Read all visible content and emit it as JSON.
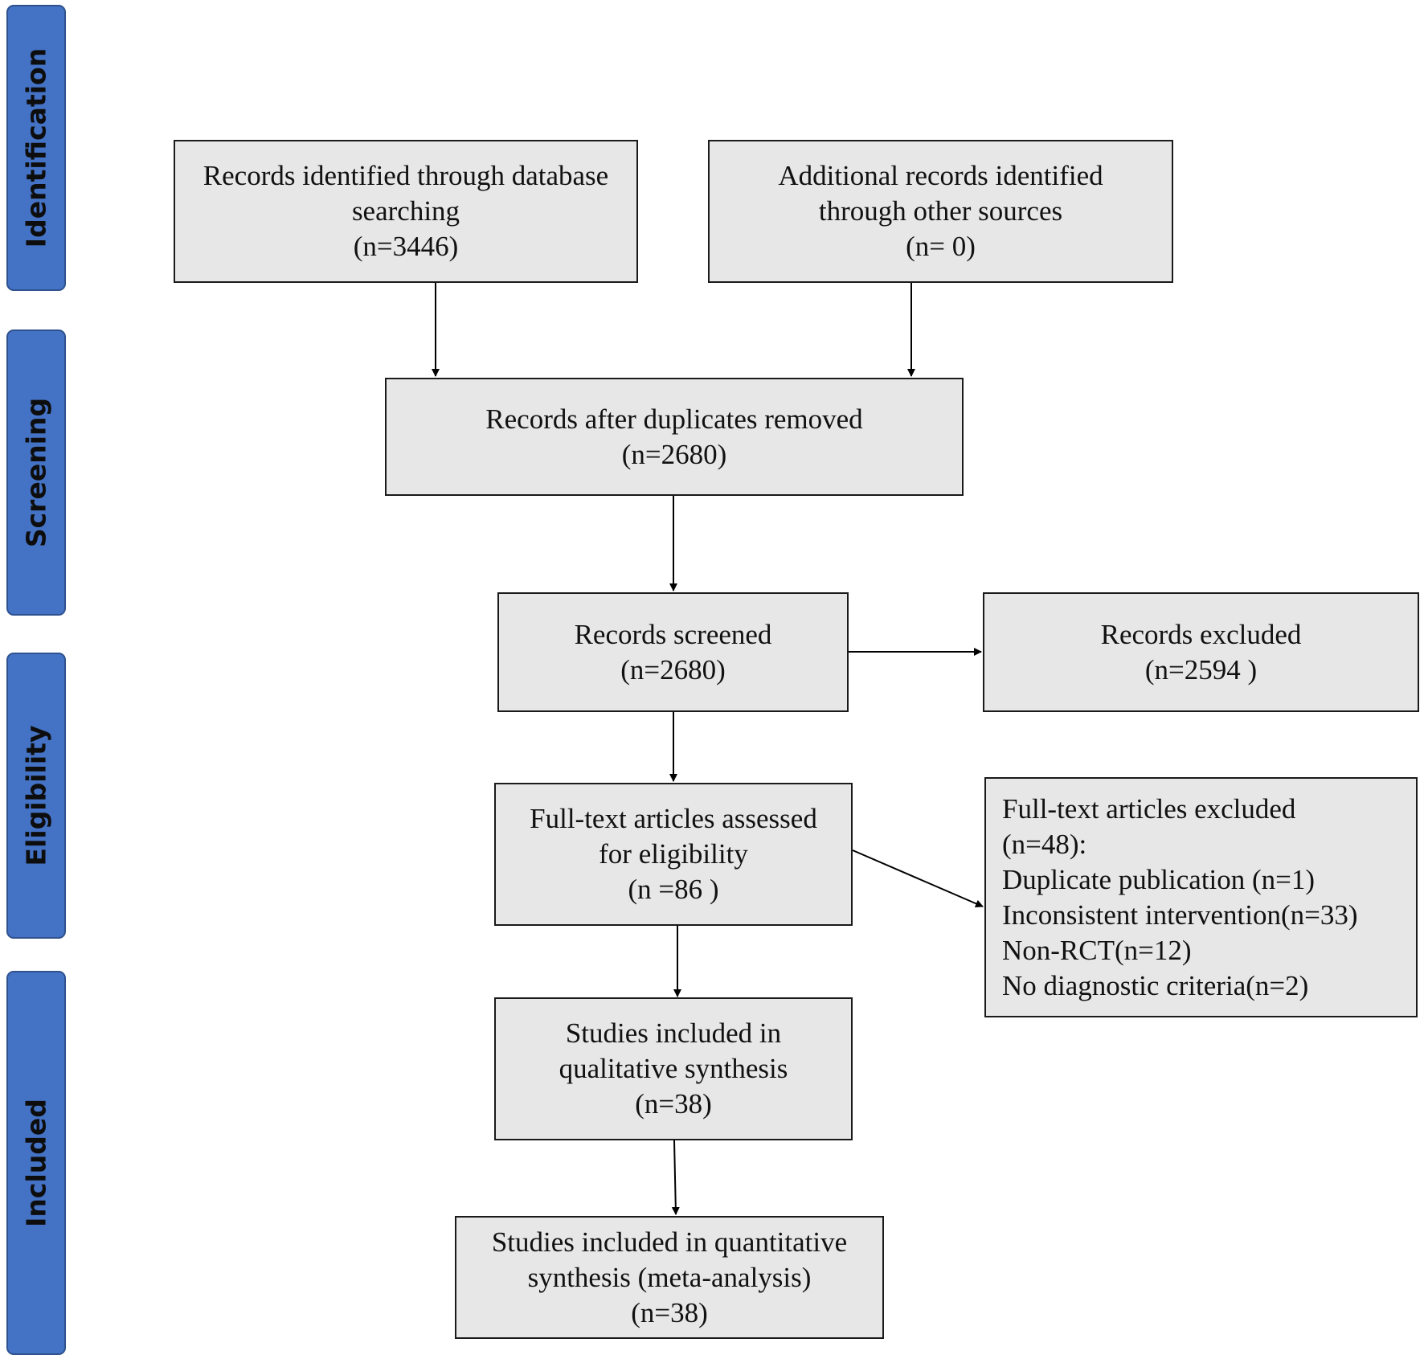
{
  "phases": {
    "identification": "Identification",
    "screening": "Screening",
    "eligibility": "Eligibility",
    "included": "Included"
  },
  "boxes": {
    "database": {
      "line1": "Records identified  through  database",
      "line2": "searching",
      "count": "(n=3446)"
    },
    "other_sources": {
      "line1": "Additional  records identified",
      "line2": "through  other  sources",
      "count": "(n= 0)"
    },
    "duplicates_removed": {
      "line1": "Records after duplicates removed",
      "count": "(n=2680)"
    },
    "screened": {
      "line1": "Records screened",
      "count": "(n=2680)"
    },
    "excluded": {
      "line1": "Records excluded",
      "count": "(n=2594 )"
    },
    "fulltext_assessed": {
      "line1": "Full-text  articles assessed",
      "line2": "for eligibility",
      "count": "(n =86 )"
    },
    "fulltext_excluded": {
      "line1": "Full-text  articles excluded",
      "line2": "(n=48):",
      "reasons": [
        "Duplicate publication  (n=1)",
        "Inconsistent intervention(n=33)",
        "Non-RCT(n=12)",
        "No  diagnostic  criteria(n=2)"
      ]
    },
    "qualitative": {
      "line1": "Studies  included  in",
      "line2": "qualitative  synthesis",
      "count": "(n=38)"
    },
    "quantitative": {
      "line1": "Studies  included  in  quantitative",
      "line2": "synthesis (meta-analysis)",
      "count": "(n=38)"
    }
  }
}
